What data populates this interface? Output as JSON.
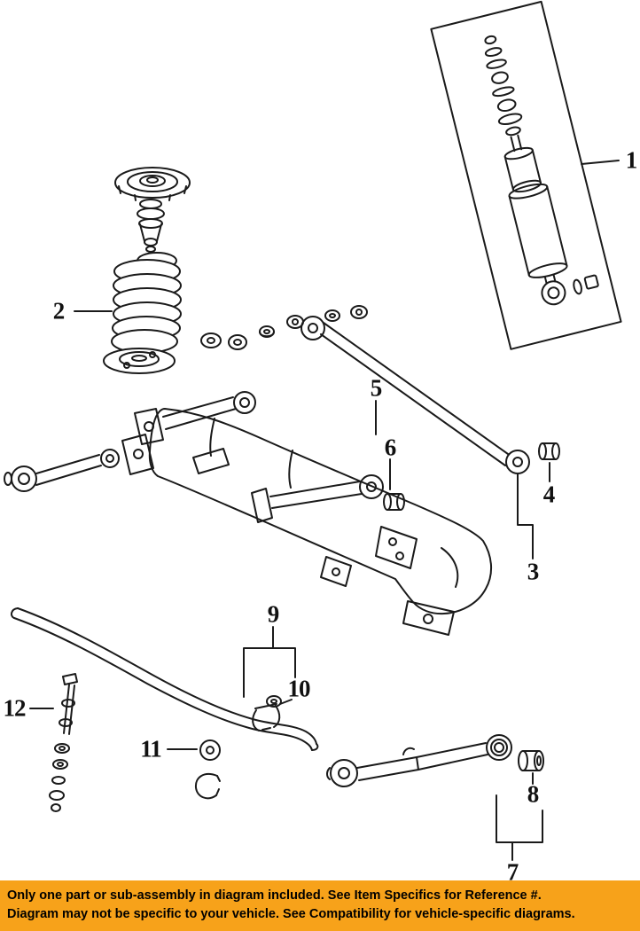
{
  "diagram": {
    "callouts": [
      {
        "label": "1"
      },
      {
        "label": "2"
      },
      {
        "label": "3"
      },
      {
        "label": "4"
      },
      {
        "label": "5"
      },
      {
        "label": "6"
      },
      {
        "label": "7"
      },
      {
        "label": "8"
      },
      {
        "label": "9"
      },
      {
        "label": "10"
      },
      {
        "label": "11"
      },
      {
        "label": "12"
      }
    ],
    "colors": {
      "line": "#1a1a1a",
      "background": "#ffffff"
    }
  },
  "banner": {
    "line1": "Only one part or sub-assembly in diagram included. See Item Specifics for Reference #.",
    "line2": "Diagram may not be specific to your vehicle. See Compatibility for vehicle-specific diagrams.",
    "background": "#F7A21A",
    "text_color": "#000000"
  }
}
